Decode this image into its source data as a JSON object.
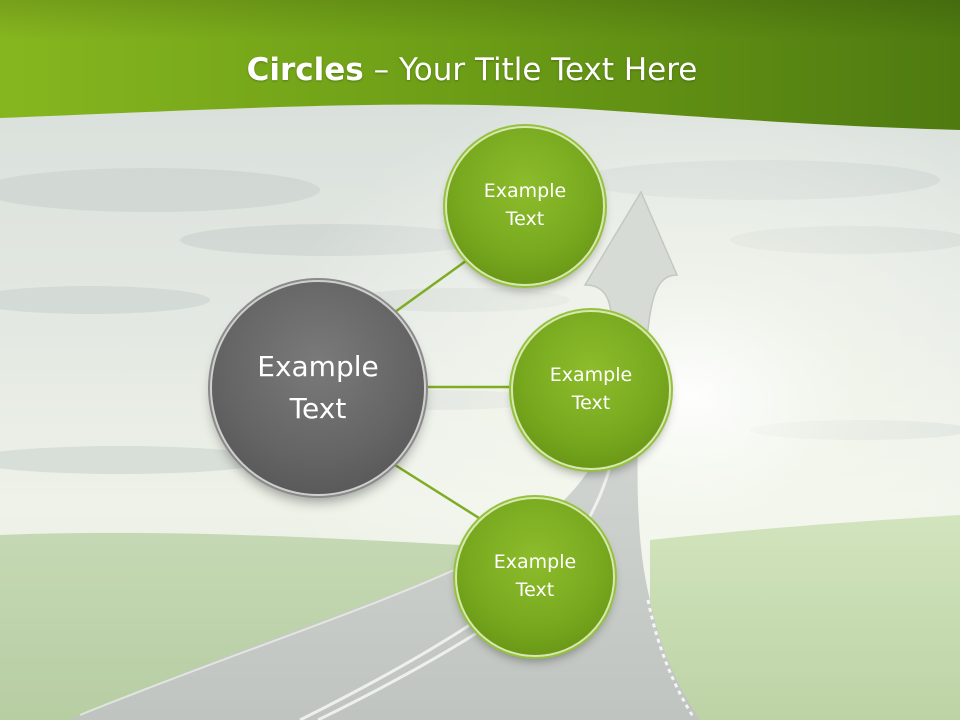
{
  "slide": {
    "title_bold": "Circles",
    "title_rest": " – Your Title Text Here"
  },
  "diagram": {
    "center": {
      "line1": "Example",
      "line2": "Text"
    },
    "nodes": [
      {
        "line1": "Example",
        "line2": "Text"
      },
      {
        "line1": "Example",
        "line2": "Text"
      },
      {
        "line1": "Example",
        "line2": "Text"
      }
    ]
  },
  "colors": {
    "header_green": "#6a9c16",
    "node_green": "#78a81e",
    "center_gray": "#656565",
    "connector": "#7eac23"
  }
}
